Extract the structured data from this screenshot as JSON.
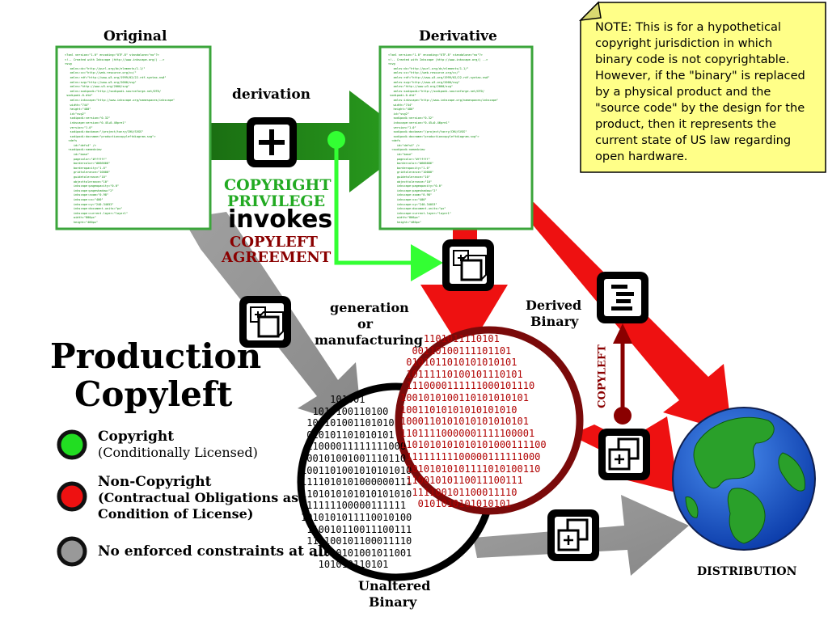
{
  "originalTitle": "Original",
  "derivativeTitle": "Derivative",
  "derivationLabel": "derivation",
  "middleText": {
    "line1": "COPYRIGHT",
    "line2": "PRIVILEGE",
    "line3": "invokes",
    "line4": "COPYLEFT",
    "line5": "AGREEMENT"
  },
  "note": {
    "line1": "NOTE: This is for a hypothetical",
    "line2": "copyright jurisdiction in which",
    "line3": "binary code is not copyrightable.",
    "line4": "However, if the \"binary\" is replaced",
    "line5": "by a physical product and the",
    "line6": "\"source code\" by the design for the",
    "line7": "product, then it represents the",
    "line8": "current state of US law regarding",
    "line9": "open hardware."
  },
  "generationLabel": {
    "line1": "generation",
    "line2": "or",
    "line3": "manufacturing"
  },
  "derivedBinaryLabel": {
    "line1": "Derived",
    "line2": "Binary"
  },
  "unalteredBinaryLabel": {
    "line1": "Unaltered",
    "line2": "Binary"
  },
  "copyleftVertical": "COPYLEFT",
  "distributionLabel": "DISTRIBUTION",
  "mainTitle": {
    "line1": "Production",
    "line2": "Copyleft"
  },
  "legend": {
    "copyright": {
      "line1": "Copyright",
      "line2": "(Conditionally Licensed)",
      "color": "#22dd22"
    },
    "noncopyright": {
      "line1": "Non-Copyright",
      "line2": "(Contractual Obligations as",
      "line3": "Condition of License)",
      "color": "#ee1111"
    },
    "none": {
      "line1": "No enforced constraints at all",
      "color": "#999999"
    }
  },
  "sourceCode": "<?xml version=\"1.0\" encoding=\"UTF-8\" standalone=\"no\"?>\n<!-- Created with Inkscape (http://www.inkscape.org/) -->\n<svg\n   xmlns:dc=\"http://purl.org/dc/elements/1.1/\"\n   xmlns:cc=\"http://web.resource.org/cc/\"\n   xmlns:rdf=\"http://www.w3.org/1999/02/22-rdf-syntax-ns#\"\n   xmlns:svg=\"http://www.w3.org/2000/svg\"\n   xmlns=\"http://www.w3.org/2000/svg\"\n   xmlns:sodipodi=\"http://sodipodi.sourceforge.net/DTD/\n sodipodi-0.dtd\"\n   xmlns:inkscape=\"http://www.inkscape.org/namespaces/inkscape\"\n   width=\"744\"\n   height=\"480\"\n   id=\"svg2\"\n   sodipodi:version=\"0.32\"\n   inkscape:version=\"0.45+0.46pre1\"\n   version=\"1.0\"\n   sodipodi:docbase=\"/project/tonry/CHU/SVGS\"\n   sodipodi:docname=\"productioncopyleftdiagram.svg\">\n  <defs\n     id=\"defs4\" />\n  <sodipodi:namedview\n     id=\"base\"\n     pagecolor=\"#ffffff\"\n     bordercolor=\"#666666\"\n     borderopacity=\"1.0\"\n     gridtolerance=\"10000\"\n     guidetolerance=\"10\"\n     objecttolerance=\"10\"\n     inkscape:pageopacity=\"0.0\"\n     inkscape:pageshadow=\"2\"\n     inkscape:zoom=\"0.98\"\n     inkscape:cx=\"400\"\n     inkscape:cy=\"240.34053\"\n     inkscape:document-units=\"px\"\n     inkscape:current-layer=\"layer1\"\n     width=\"800px\"\n     height=\"480px\"\n     inkscape:window-width=\"998\"\n     inkscape:window-height=\"897\"",
  "binaryUnaltered": "     101001\n  1010100110100\n 100101001101010\n 010101101010101\n 11000011111111000\n100101001001110110\n1001101001010101010\n1111010101000000111\n1101010101010101010\n111111100000111111\n1010101011110010100\n 110010110011100111\n 111100101100011110\n  11010101001011001\n   101010110101",
  "binaryDerived": "    1101011110101\n  00110100111101101\n 0101011010101010101\n 10111110100101110101\n 1110000111111000101110\n1001010100110101010101\n10011010101010101010\n1000110101010101010101\n11011110000001111100001\n1101010101010101000111100\n 11111111100000111111000\n 10101010101111010100110\n 11001010110011100111\n  111100101100011110\n   0101010101010101"
}
